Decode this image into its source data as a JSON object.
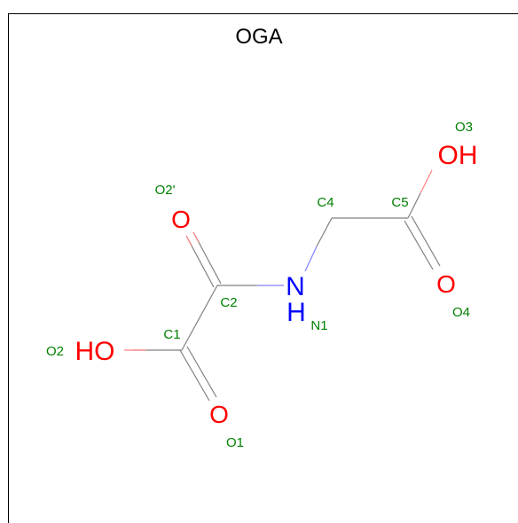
{
  "title": "OGA",
  "elements": {
    "O2_prime": "O",
    "O1": "O",
    "HO": "HO",
    "N": "N",
    "H": "H",
    "O4": "O",
    "OH": "OH"
  },
  "atom_labels": {
    "O2_prime": "O2'",
    "C4": "C4",
    "C5": "C5",
    "O3": "O3",
    "C2": "C2",
    "N1": "N1",
    "C1": "C1",
    "O2": "O2",
    "O4": "O4",
    "O1": "O1"
  },
  "colors": {
    "oxygen": "#ff0000",
    "nitrogen": "#0000ff",
    "label": "#008000",
    "bond": "#808080"
  }
}
